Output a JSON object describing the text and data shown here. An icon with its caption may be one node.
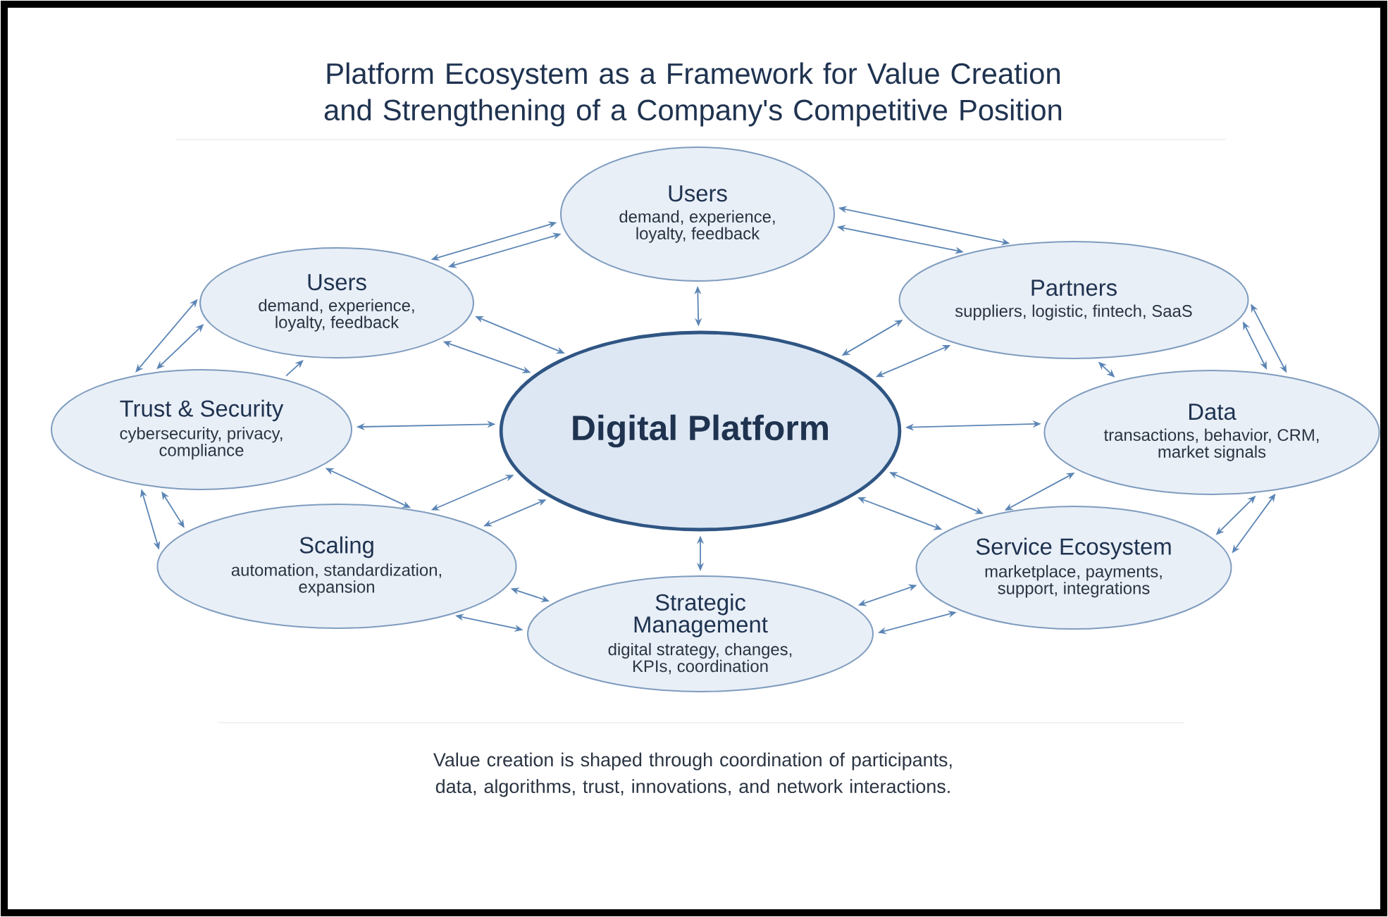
{
  "diagram": {
    "title": "Platform Ecosystem as a Framework for Value Creation and Strengthening of a Company's Competitive Position",
    "caption": "Value creation is shaped through coordination of participants, data, algorithms, trust, innovations, and network interactions.",
    "nodes": [
      {
        "text": [
          "Digital Platform"
        ]
      },
      {
        "text": [
          "Users",
          "demand, experience, loyalty, feedback"
        ]
      },
      {
        "text": [
          "Users",
          "demand, experience, loyalty, feedback"
        ]
      },
      {
        "text": [
          "Partners",
          "suppliers, logistic, fintech, SaaS"
        ]
      },
      {
        "text": [
          "Trust & Security",
          "cybersecurity, privacy, compliance"
        ]
      },
      {
        "text": [
          "Data",
          "transactions, behavior, CRM, market signals"
        ]
      },
      {
        "text": [
          "Scaling",
          "automation, standardization, expansion"
        ]
      },
      {
        "text": [
          "Service Ecosystem",
          "marketplace, payments, support, integrations"
        ]
      },
      {
        "text": [
          "Strategic Management",
          "digital strategy, changes, KPIs, coordination"
        ]
      }
    ],
    "edges": [
      {
        "from": 1,
        "to": 2,
        "arrow": "both"
      },
      {
        "from": 1,
        "to": 2,
        "arrow": "both"
      },
      {
        "from": 1,
        "to": 3,
        "arrow": "both"
      },
      {
        "from": 1,
        "to": 3,
        "arrow": "both"
      },
      {
        "from": 1,
        "to": 0,
        "arrow": "both"
      },
      {
        "from": 2,
        "to": 0,
        "arrow": "both"
      },
      {
        "from": 2,
        "to": 0,
        "arrow": "both"
      },
      {
        "from": 2,
        "to": 4,
        "arrow": "both"
      },
      {
        "from": 2,
        "to": 4,
        "arrow": "both"
      },
      {
        "from": 4,
        "to": 2,
        "arrow": "to"
      },
      {
        "from": 4,
        "to": 0,
        "arrow": "both"
      },
      {
        "from": 4,
        "to": 6,
        "arrow": "both"
      },
      {
        "from": 4,
        "to": 6,
        "arrow": "both"
      },
      {
        "from": 4,
        "to": 6,
        "arrow": "both"
      },
      {
        "from": 6,
        "to": 0,
        "arrow": "both"
      },
      {
        "from": 6,
        "to": 0,
        "arrow": "both"
      },
      {
        "from": 6,
        "to": 8,
        "arrow": "both"
      },
      {
        "from": 6,
        "to": 8,
        "arrow": "both"
      },
      {
        "from": 0,
        "to": 8,
        "arrow": "both"
      },
      {
        "from": 3,
        "to": 0,
        "arrow": "both"
      },
      {
        "from": 3,
        "to": 0,
        "arrow": "both"
      },
      {
        "from": 3,
        "to": 5,
        "arrow": "both"
      },
      {
        "from": 3,
        "to": 5,
        "arrow": "both"
      },
      {
        "from": 3,
        "to": 5,
        "arrow": "both"
      },
      {
        "from": 0,
        "to": 5,
        "arrow": "both"
      },
      {
        "from": 0,
        "to": 7,
        "arrow": "both"
      },
      {
        "from": 0,
        "to": 7,
        "arrow": "both"
      },
      {
        "from": 5,
        "to": 7,
        "arrow": "both"
      },
      {
        "from": 5,
        "to": 7,
        "arrow": "both"
      },
      {
        "from": 5,
        "to": 7,
        "arrow": "both"
      },
      {
        "from": 7,
        "to": 8,
        "arrow": "both"
      },
      {
        "from": 7,
        "to": 8,
        "arrow": "both"
      }
    ]
  }
}
